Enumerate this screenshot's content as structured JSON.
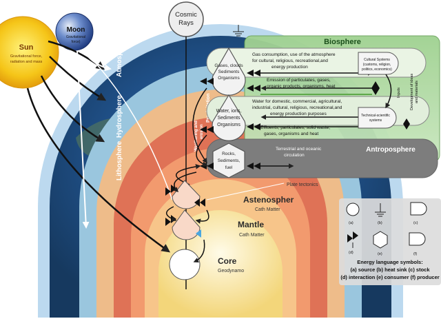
{
  "sun": {
    "title": "Sun",
    "desc1": "Gravitational force,",
    "desc2": "radiation and mass"
  },
  "moon": {
    "title": "Moon",
    "desc1": "Gravitational",
    "desc2": "force)"
  },
  "cosmic": {
    "line1": "Cosmic",
    "line2": "Rays"
  },
  "spheres": {
    "atmosphere": "Atmosphere",
    "hydrosphere": "Hydrosphere",
    "lithosphere": "Lithosphere"
  },
  "processes": {
    "weathering1": "Weathering and",
    "weathering2": "erosion",
    "precipitation": "Precipitation"
  },
  "stocks": {
    "air": [
      "Gases, clouds",
      "Sediments",
      "Organisms"
    ],
    "water": [
      "Water, ions,",
      "Sediments",
      "Organisms"
    ],
    "rock": [
      "Rocks,",
      "Sediments,",
      "fuel"
    ]
  },
  "biosphere": {
    "title": "Biosphere"
  },
  "antroposphere": {
    "title": "Antroposphere"
  },
  "flows": {
    "gas": [
      "Gas consumption, use of the atmosphere",
      "for cultural, religious, recreational,and",
      "energy production"
    ],
    "emission": [
      "Emission of particulates, gases,",
      "organic products, organisms, heat"
    ],
    "water": [
      "Water for domestic, commercial, agricultural,",
      "industrial, cultural, religious, recreational,and",
      "energy production purposes"
    ],
    "effluents": [
      "Effluents, particulates, solid waste,",
      "gases,  organisms and heat"
    ],
    "terrestrial": [
      "Terrestrial and oceanic",
      "circulation"
    ]
  },
  "cultural": [
    "Cultural Systems",
    "(customs, religion,",
    "politics, economics)"
  ],
  "technical": [
    "Technical-scientific",
    "systems"
  ],
  "inputs": "Inputs",
  "development": [
    "Development of ideas",
    "and materials"
  ],
  "plate": "Plate tectonics",
  "layers": {
    "asthenosphere": "Astenospher",
    "asthenosphere_sub": "Cath Matter",
    "mantle": "Mantle",
    "mantle_sub": "Cath Matter",
    "core": "Core",
    "core_sub": "Geodynamo"
  },
  "legend": {
    "a": "(a)",
    "b": "(b)",
    "c": "(c)",
    "d": "(d)",
    "e": "(e)",
    "f": "(f)",
    "title": "Energy language symbols:",
    "line1": "(a) source (b) heat sink (c) stock",
    "line2": "(d) interaction (e) consumer (f) producer"
  },
  "colors": {
    "sun": "#f5c518",
    "moon": "#2e4f9a",
    "biosphere": "#a8d49a",
    "antroposphere": "#8e8e8e",
    "core": "#fff4cc",
    "mantle": "#e0705a"
  }
}
